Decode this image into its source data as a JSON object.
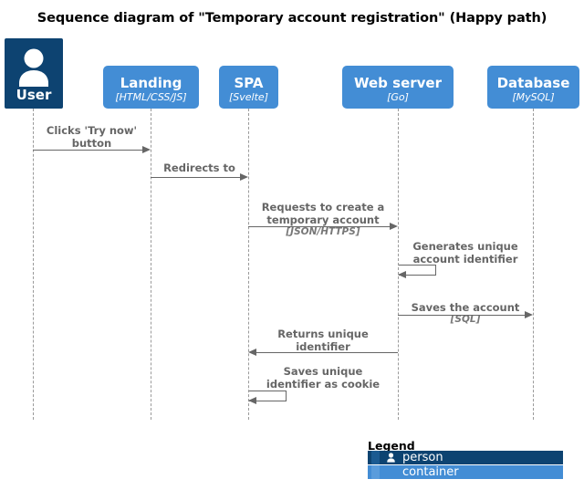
{
  "title": "Sequence diagram of \"Temporary account registration\" (Happy path)",
  "colors": {
    "person": "#0D4371",
    "container": "#438DD5",
    "line": "#666666",
    "lifeline": "#9a9a9a",
    "text": "#000000",
    "message_text": "#666666"
  },
  "participants": [
    {
      "id": "user",
      "name": "User",
      "tech": "",
      "type": "person",
      "icon": "person-icon"
    },
    {
      "id": "landing",
      "name": "Landing",
      "tech": "[HTML/CSS/JS]",
      "type": "container",
      "icon": ""
    },
    {
      "id": "spa",
      "name": "SPA",
      "tech": "[Svelte]",
      "type": "container",
      "icon": ""
    },
    {
      "id": "webserver",
      "name": "Web server",
      "tech": "[Go]",
      "type": "container",
      "icon": ""
    },
    {
      "id": "database",
      "name": "Database",
      "tech": "[MySQL]",
      "type": "container",
      "icon": ""
    }
  ],
  "messages": [
    {
      "id": "m1",
      "from": "user",
      "to": "landing",
      "label": "Clicks 'Try now'\nbutton",
      "tech": "",
      "kind": "call",
      "direction": "right"
    },
    {
      "id": "m2",
      "from": "landing",
      "to": "spa",
      "label": "Redirects to",
      "tech": "",
      "kind": "call",
      "direction": "right"
    },
    {
      "id": "m3",
      "from": "spa",
      "to": "webserver",
      "label": "Requests to create a\ntemporary account",
      "tech": "[JSON/HTTPS]",
      "kind": "call",
      "direction": "right"
    },
    {
      "id": "m4",
      "from": "webserver",
      "to": "webserver",
      "label": "Generates unique\naccount identifier",
      "tech": "",
      "kind": "self",
      "direction": "left"
    },
    {
      "id": "m5",
      "from": "webserver",
      "to": "database",
      "label": "Saves the account",
      "tech": "[SQL]",
      "kind": "call",
      "direction": "right"
    },
    {
      "id": "m6",
      "from": "webserver",
      "to": "spa",
      "label": "Returns unique\nidentifier",
      "tech": "",
      "kind": "return",
      "direction": "left"
    },
    {
      "id": "m7",
      "from": "spa",
      "to": "spa",
      "label": "Saves unique\nidentifier as cookie",
      "tech": "",
      "kind": "self",
      "direction": "left"
    }
  ],
  "legend": {
    "title": "Legend",
    "items": [
      {
        "id": "person",
        "label": "person",
        "type": "person",
        "icon": "person-icon"
      },
      {
        "id": "container",
        "label": "container",
        "type": "container",
        "icon": ""
      }
    ]
  }
}
